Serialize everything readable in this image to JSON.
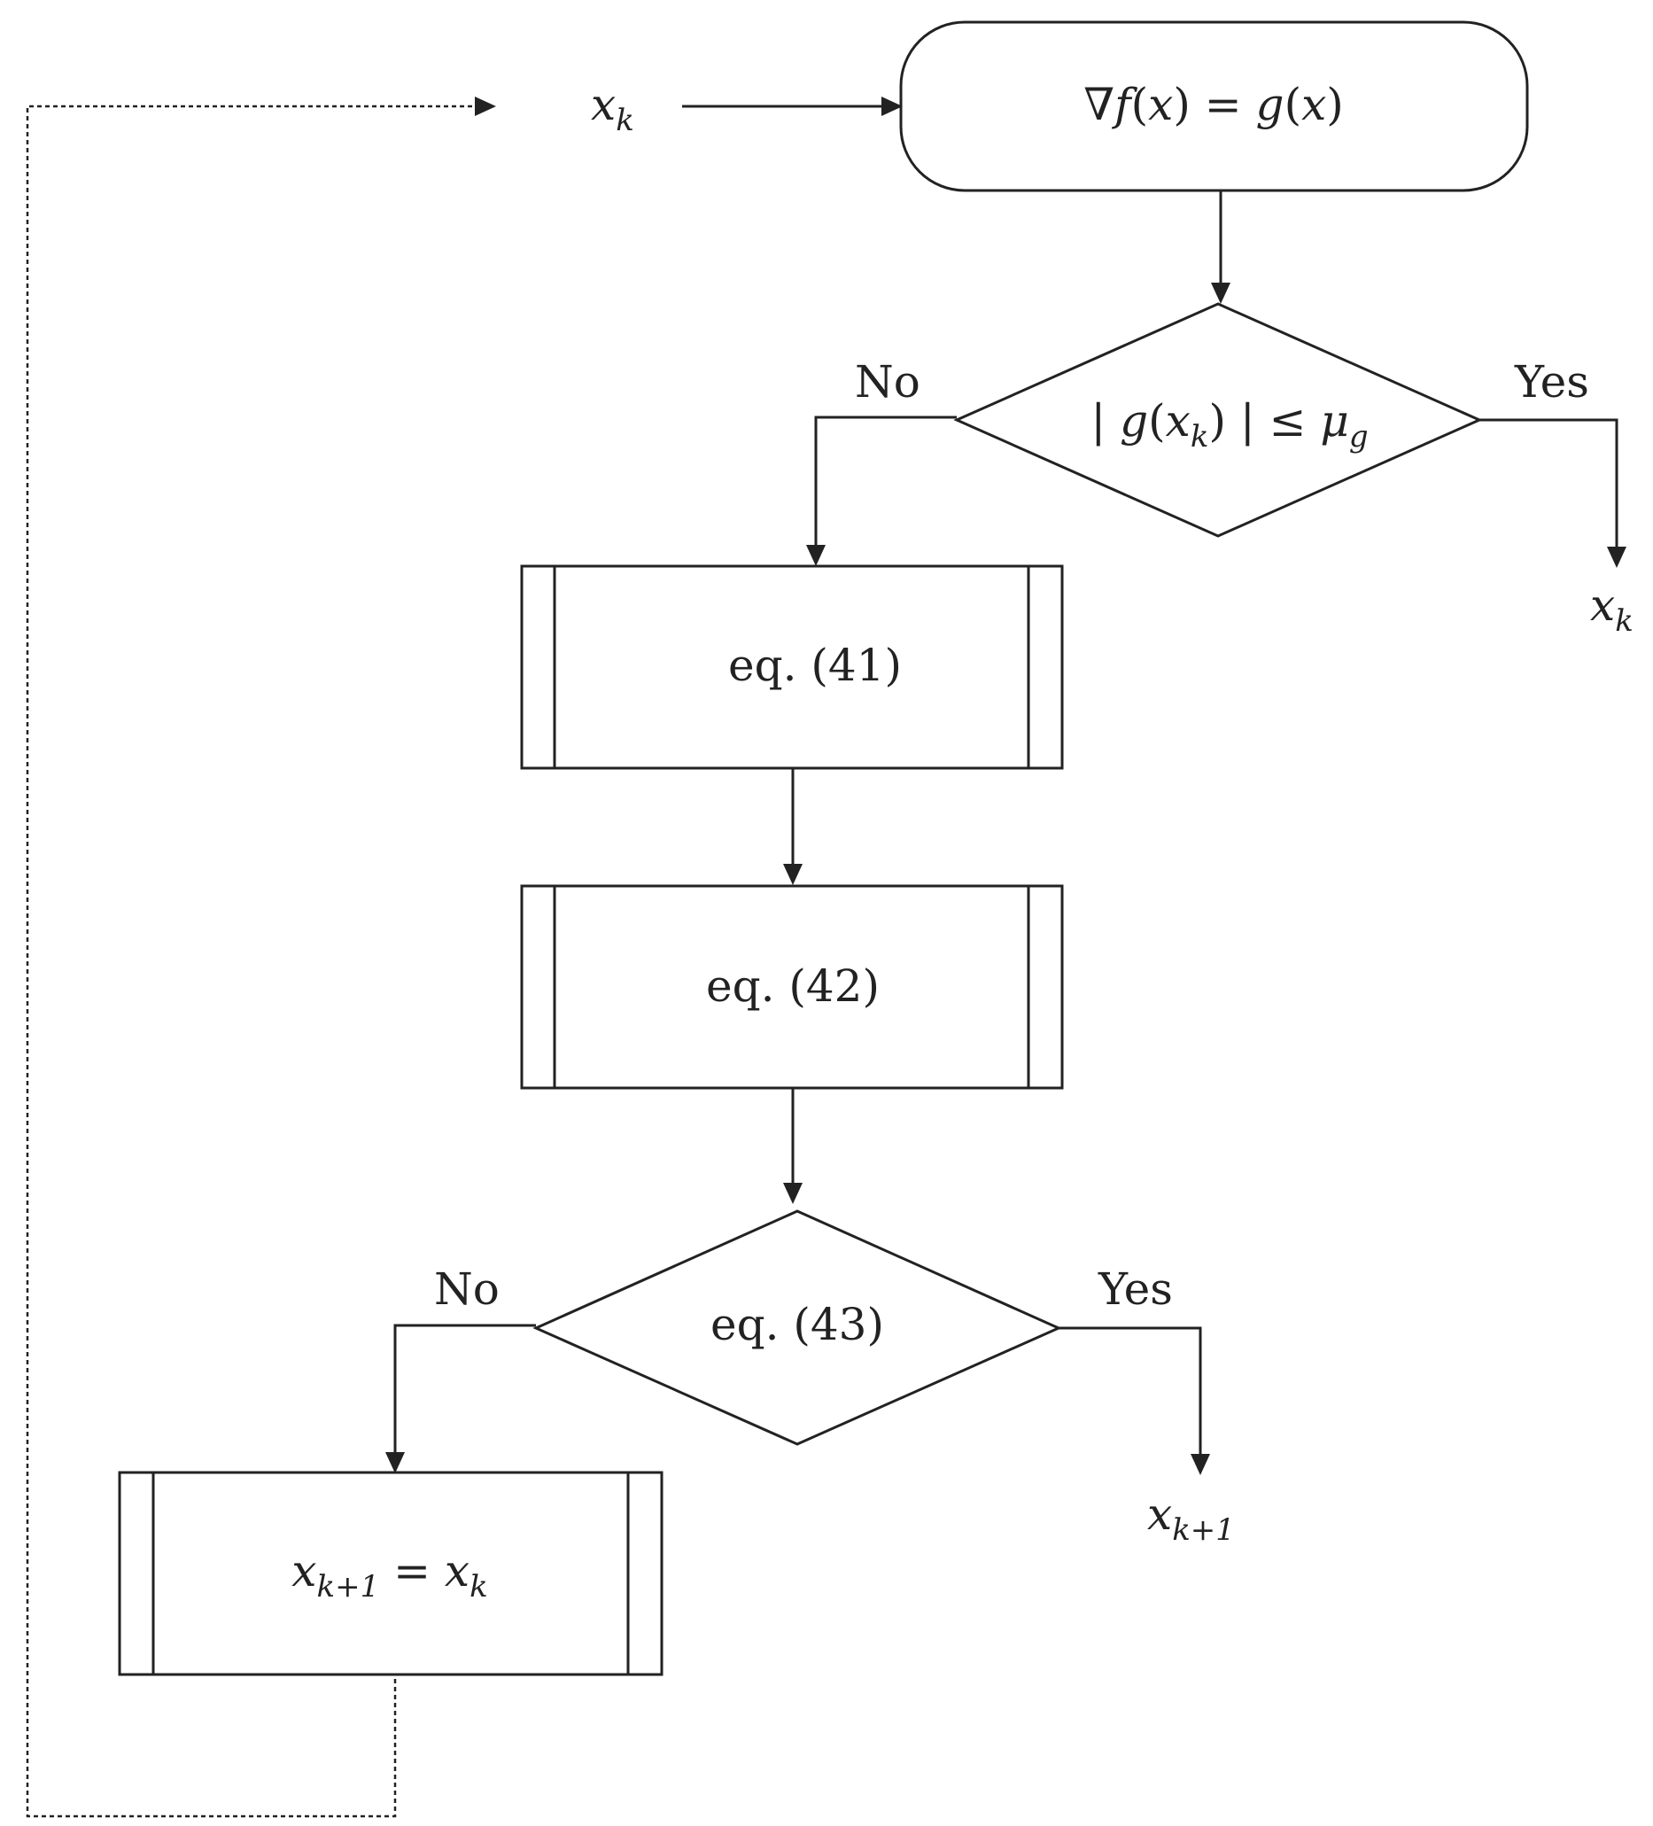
{
  "nodes": {
    "gradient": {
      "parts": [
        "∇",
        "f",
        "(",
        "x",
        ") = ",
        "g",
        "(",
        "x",
        ")"
      ]
    },
    "check_gradient": {
      "parts": [
        "| ",
        "g",
        "(",
        "x",
        "k",
        ") | ≤ ",
        "μ",
        "g"
      ]
    },
    "eq41": {
      "label": "eq.  (41)"
    },
    "eq42": {
      "label": "eq.  (42)"
    },
    "eq43": {
      "label": "eq.  (43)"
    },
    "update": {
      "parts": [
        "x",
        "k+1",
        " = ",
        "x",
        "k"
      ]
    }
  },
  "labels": {
    "input_var": {
      "base": "x",
      "sub": "k"
    },
    "output_xk": {
      "base": "x",
      "sub": "k"
    },
    "output_xk1": {
      "base": "x",
      "sub": "k+1"
    },
    "branch1_no": "No",
    "branch1_yes": "Yes",
    "branch2_no": "No",
    "branch2_yes": "Yes"
  },
  "colors": {
    "stroke": "#222222",
    "background": "#ffffff"
  }
}
